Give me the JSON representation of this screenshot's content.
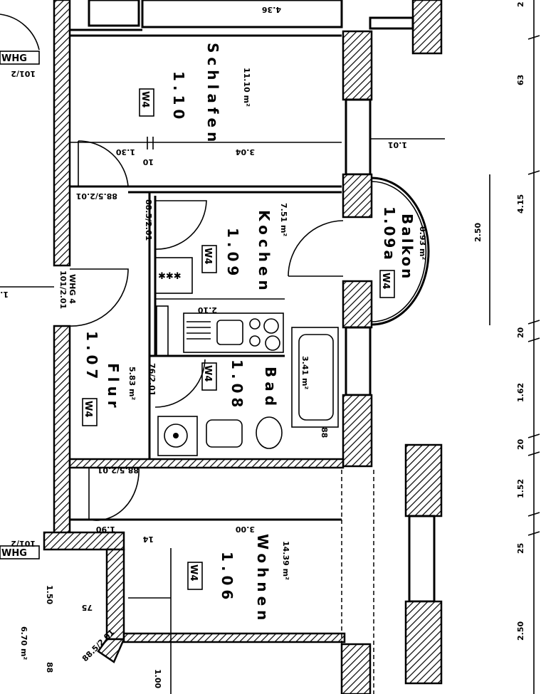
{
  "rooms": [
    {
      "number": "1.10",
      "name": "Schlafen",
      "area": "11.10 m²",
      "code": "W4"
    },
    {
      "number": "1.09",
      "name": "Kochen",
      "area": "7.51 m²",
      "code": "W4"
    },
    {
      "number": "1.09a",
      "name": "Balkon",
      "area": "0.93 m²",
      "code": "W4"
    },
    {
      "number": "1.07",
      "name": "Flur",
      "area": "5.83 m²",
      "code": "W4"
    },
    {
      "number": "1.08",
      "name": "Bad",
      "area": "3.41 m²",
      "code": "W4"
    },
    {
      "number": "1.06",
      "name": "Wohnen",
      "area": "14.39 m²",
      "code": "W4"
    }
  ],
  "neighbor": {
    "area": "6.70 m²",
    "whg_label": "WHG",
    "door_top": "101/2",
    "door_bottom": "101/2"
  },
  "doors": {
    "schlafen": "88.5/2.01",
    "kochen": "88.5/2.01",
    "entrance": "101/2.01",
    "entrance_label": "WHG 4",
    "bad": "76/2.01",
    "wohnen": "88.5/2.01",
    "lower": "88.5/2.01"
  },
  "dims": {
    "top": "4.36",
    "schlafen_w": "3.04",
    "schlafen_d": "1.30",
    "schlafen_t": "10",
    "kitchen_counter": "2.10",
    "bath_tub": "88",
    "wohnen_w": "3.00",
    "wohnen_d": "1.90",
    "wohnen_t": "14",
    "wall_1": "1.50",
    "wall_2": "75",
    "wall_3": "88",
    "wall_4": "1.00",
    "window_sill": "1.01",
    "balcony": "2.50",
    "right": [
      "2",
      "63",
      "4.15",
      "20",
      "1.62",
      "20",
      "1.52",
      "25",
      "2.50"
    ]
  }
}
